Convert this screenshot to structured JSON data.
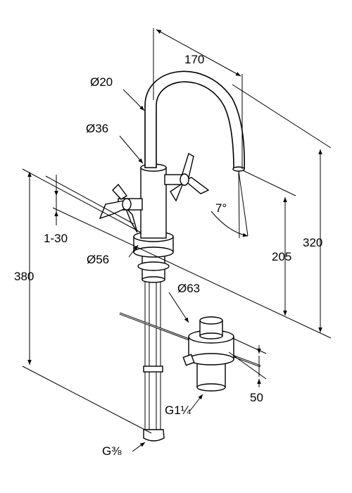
{
  "dimensions": {
    "d20": "Ø20",
    "d36": "Ø36",
    "d56": "Ø56",
    "d63": "Ø63",
    "len170": "170",
    "h320": "320",
    "h205": "205",
    "h380": "380",
    "adj": "1-30",
    "h50": "50",
    "angle": "7°",
    "g114": "G1¼",
    "g38": "G⅜"
  }
}
